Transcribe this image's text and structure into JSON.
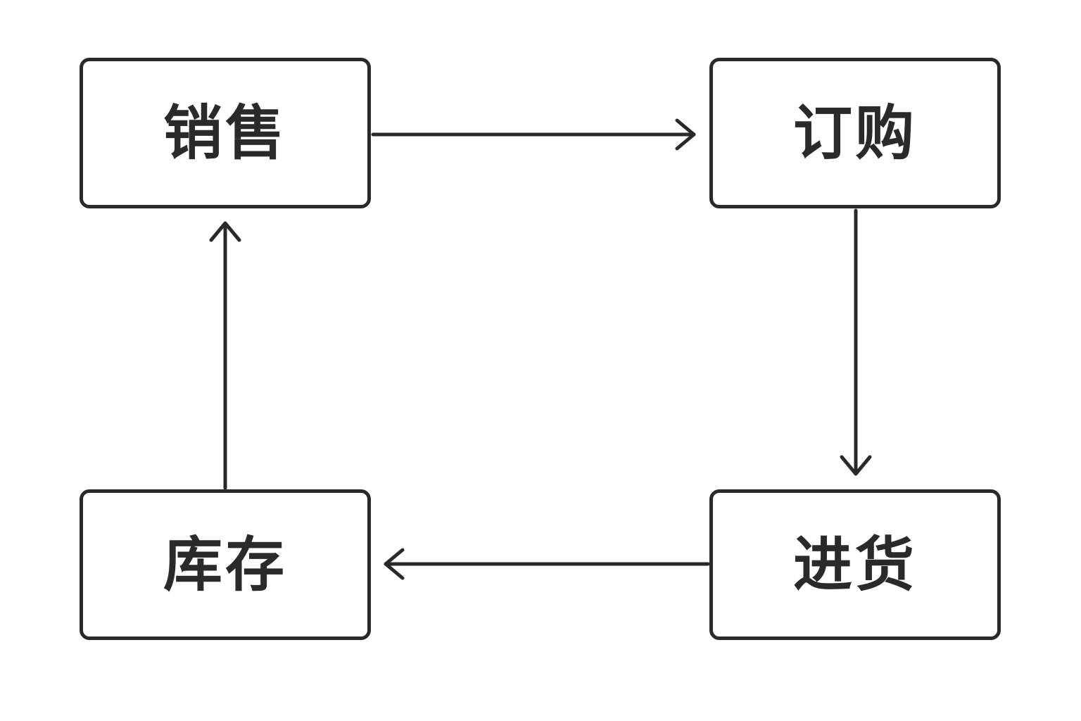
{
  "diagram": {
    "nodes": {
      "sales": "销售",
      "order": "订购",
      "receiving": "进货",
      "inventory": "库存"
    },
    "edges": [
      {
        "from": "sales",
        "to": "order"
      },
      {
        "from": "order",
        "to": "receiving"
      },
      {
        "from": "receiving",
        "to": "inventory"
      },
      {
        "from": "inventory",
        "to": "sales"
      }
    ],
    "colors": {
      "stroke": "#2a2a2a",
      "background": "#ffffff"
    }
  }
}
